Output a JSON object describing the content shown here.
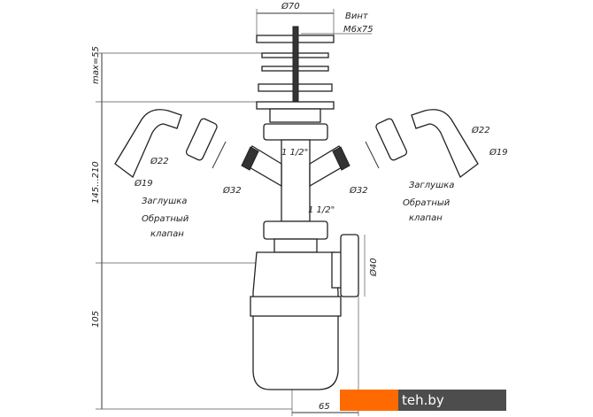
{
  "title": "Siphon dimensional drawing",
  "dimensions": {
    "top_diameter": "Ø70",
    "screw_label": "Винт",
    "screw_size": "M6x75",
    "max_height": "max=55",
    "adjust_range": "145...210",
    "bottom_height": "105",
    "offset": "65",
    "outlet_diameter": "Ø40",
    "thread_upper": "1 1/2\"",
    "thread_lower": "1 1/2\""
  },
  "left": {
    "d22": "Ø22",
    "d19": "Ø19",
    "d32": "Ø32",
    "plug": "Заглушка",
    "valve_1": "Обратный",
    "valve_2": "клапан"
  },
  "right": {
    "d22": "Ø22",
    "d19": "Ø19",
    "d32": "Ø32",
    "plug": "Заглушка",
    "valve_1": "Обратный",
    "valve_2": "клапан"
  },
  "watermark": "teh.by"
}
